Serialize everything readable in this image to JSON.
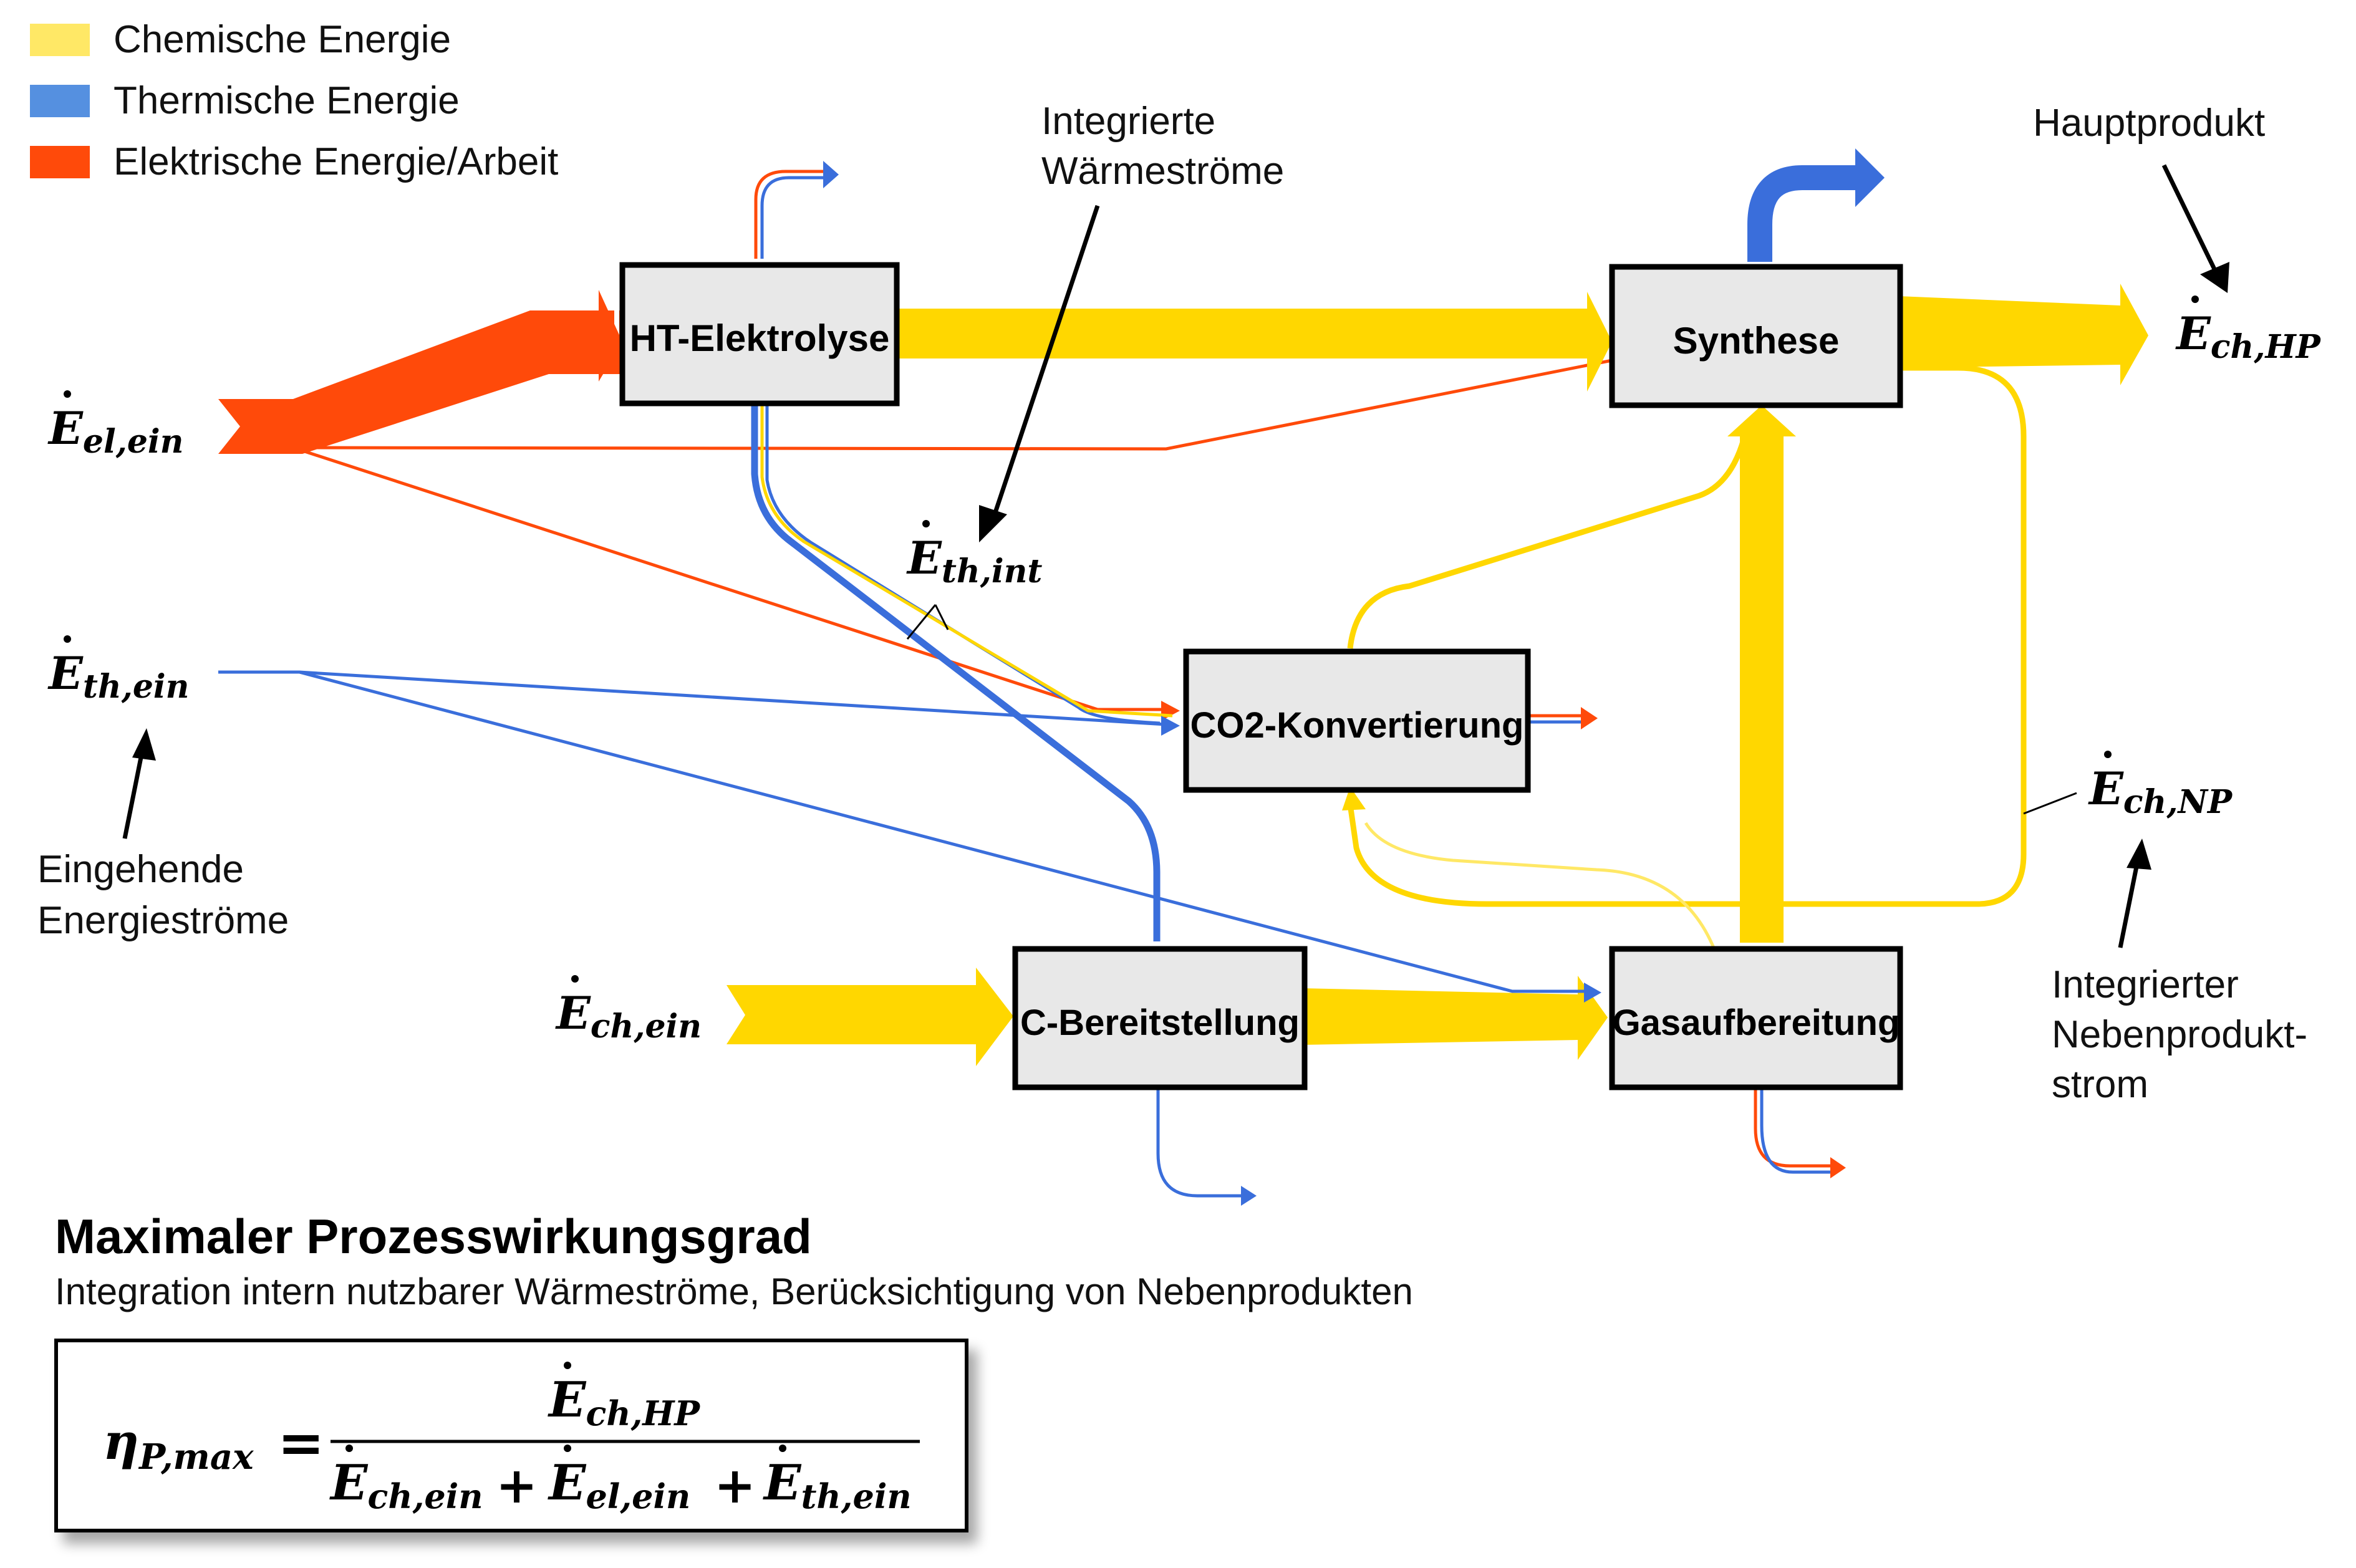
{
  "colors": {
    "chemical": "#FFD700",
    "chemical_light": "#FFE866",
    "thermal": "#3A6EDB",
    "thermal_legend": "#5590E0",
    "electrical": "#FF4A0A",
    "box_fill": "#E8E8E8",
    "box_stroke": "#000000"
  },
  "legend": [
    {
      "label": "Chemische Energie",
      "color": "#FFE866"
    },
    {
      "label": "Thermische Energie",
      "color": "#5590E0"
    },
    {
      "label": "Elektrische Energie/Arbeit",
      "color": "#FF4A0A"
    }
  ],
  "boxes": {
    "ht_elektrolyse": "HT-Elektrolyse",
    "synthese": "Synthese",
    "co2_konvertierung": "CO2-Konvertierung",
    "c_bereitstellung": "C-Bereitstellung",
    "gasaufbereitung": "Gasaufbereitung"
  },
  "symbols": {
    "e_el_ein": {
      "base": "E",
      "sub": "el,ein"
    },
    "e_th_ein": {
      "base": "E",
      "sub": "th,ein"
    },
    "e_ch_ein": {
      "base": "E",
      "sub": "ch,ein"
    },
    "e_th_int": {
      "base": "E",
      "sub": "th,int"
    },
    "e_ch_hp": {
      "base": "E",
      "sub": "ch,HP"
    },
    "e_ch_np": {
      "base": "E",
      "sub": "ch,NP"
    }
  },
  "annotations": {
    "integrierte_waermestroeme": [
      "Integrierte",
      "Wärmeströme"
    ],
    "hauptprodukt": [
      "Hauptprodukt"
    ],
    "eingehende_energiestroeme": [
      "Eingehende",
      "Energieströme"
    ],
    "integrierter_nebenproduktstrom": [
      "Integrierter",
      "Nebenprodukt-",
      "strom"
    ]
  },
  "efficiency": {
    "title": "Maximaler Prozesswirkungsgrad",
    "subtitle": "Integration intern nutzbarer Wärmeströme, Berücksichtigung von Nebenprodukten",
    "lhs": {
      "base": "η",
      "sub": "P,max"
    },
    "equals": "=",
    "plus": "+",
    "numerator": {
      "base": "E",
      "sub": "ch,HP"
    },
    "denominator": [
      {
        "base": "E",
        "sub": "ch,ein"
      },
      {
        "base": "E",
        "sub": "el,ein"
      },
      {
        "base": "E",
        "sub": "th,ein"
      }
    ]
  }
}
